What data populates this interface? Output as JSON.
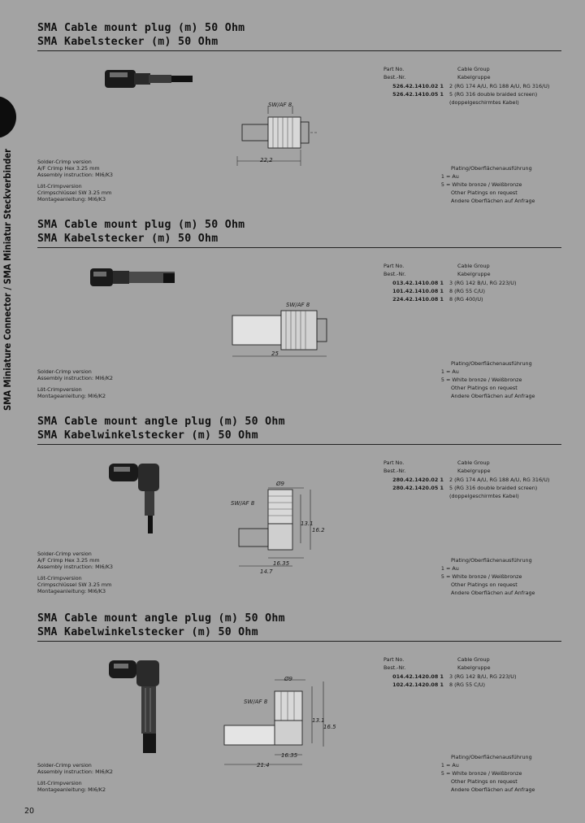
{
  "page_number": "20",
  "side_label": "SMA Miniature Connector / SMA Miniatur Steckverbinder",
  "sections": [
    {
      "title_en": "SMA Cable mount plug (m) 50 Ohm",
      "title_de": "SMA Kabelstecker (m) 50 Ohm",
      "part_no_label": "Part No.",
      "best_nr_label": "Best.-Nr.",
      "cable_group_label": "Cable Group",
      "kabelgruppe_label": "Kabelgruppe",
      "rows": [
        {
          "part": "526.42.1410.02 1",
          "group": "2 (RG 174 A/U, RG 188 A/U, RG 316/U)"
        },
        {
          "part": "526.42.1410.05 1",
          "group": "5 (RG 316 double braided screen)"
        },
        {
          "part": "",
          "group": "(doppelgeschirmtes Kabel)"
        }
      ],
      "plating_title": "Plating/Oberflächenausführung",
      "plating": [
        {
          "code": "1",
          "desc": "= Au"
        },
        {
          "code": "5",
          "desc": "= White bronze / Weißbronze"
        },
        {
          "code": "",
          "desc": "Other Platings on request"
        },
        {
          "code": "",
          "desc": "Andere Oberflächen auf Anfrage"
        }
      ],
      "assembly": [
        "Solder-Crimp version",
        "A/F Crimp Hex 3.25 mm",
        "Assembly instruction: MI6/K3",
        "",
        "Löt-Crimpversion",
        "Crimpschlüssel SW 3.25 mm",
        "Montageanleitung: MI6/K3"
      ],
      "dims": {
        "a": "SW/AF 8",
        "b": "22,2"
      }
    },
    {
      "title_en": "SMA Cable mount plug (m) 50 Ohm",
      "title_de": "SMA Kabelstecker (m) 50 Ohm",
      "part_no_label": "Part No.",
      "best_nr_label": "Best.-Nr.",
      "cable_group_label": "Cable Group",
      "kabelgruppe_label": "Kabelgruppe",
      "rows": [
        {
          "part": "013.42.1410.08 1",
          "group": "3 (RG 142 B/U, RG 223/U)"
        },
        {
          "part": "101.42.1410.08 1",
          "group": "8 (RG 55 C/U)"
        },
        {
          "part": "224.42.1410.08 1",
          "group": "8 (RG 400/U)"
        }
      ],
      "plating_title": "Plating/Oberflächenausführung",
      "plating": [
        {
          "code": "1",
          "desc": "= Au"
        },
        {
          "code": "5",
          "desc": "= White bronze / Weißbronze"
        },
        {
          "code": "",
          "desc": "Other Platings on request"
        },
        {
          "code": "",
          "desc": "Andere Oberflächen auf Anfrage"
        }
      ],
      "assembly": [
        "Solder-Crimp version",
        "Assembly instruction: MI6/K2",
        "",
        "Löt-Crimpversion",
        "Montageanleitung: MI6/K2"
      ],
      "dims": {
        "a": "SW/AF 8",
        "b": "25"
      }
    },
    {
      "title_en": "SMA Cable mount angle plug (m) 50 Ohm",
      "title_de": "SMA Kabelwinkelstecker (m) 50 Ohm",
      "part_no_label": "Part No.",
      "best_nr_label": "Best.-Nr.",
      "cable_group_label": "Cable Group",
      "kabelgruppe_label": "Kabelgruppe",
      "rows": [
        {
          "part": "280.42.1420.02 1",
          "group": "2 (RG 174 A/U, RG 188 A/U, RG 316/U)"
        },
        {
          "part": "280.42.1420.05 1",
          "group": "5 (RG 316 double braided screen)"
        },
        {
          "part": "",
          "group": "(doppelgeschirmtes Kabel)"
        }
      ],
      "plating_title": "Plating/Oberflächenausführung",
      "plating": [
        {
          "code": "1",
          "desc": "= Au"
        },
        {
          "code": "5",
          "desc": "= White bronze / Weißbronze"
        },
        {
          "code": "",
          "desc": "Other Platings on request"
        },
        {
          "code": "",
          "desc": "Andere Oberflächen auf Anfrage"
        }
      ],
      "assembly": [
        "Solder-Crimp version",
        "A/F Crimp Hex 3.25 mm",
        "Assembly instruction: MI6/K3",
        "",
        "Löt-Crimpversion",
        "Crimpschlüssel SW 3.25 mm",
        "Montageanleitung: MI6/K3"
      ],
      "dims": {
        "a": "SW/AF 8",
        "b": "Ø9",
        "c": "13.1",
        "d": "16.2",
        "e": "16.35",
        "f": "14.7"
      }
    },
    {
      "title_en": "SMA Cable mount angle plug (m) 50 Ohm",
      "title_de": "SMA Kabelwinkelstecker (m) 50 Ohm",
      "part_no_label": "Part No.",
      "best_nr_label": "Best.-Nr.",
      "cable_group_label": "Cable Group",
      "kabelgruppe_label": "Kabelgruppe",
      "rows": [
        {
          "part": "014.42.1420.08 1",
          "group": "3 (RG 142 B/U, RG 223/U)"
        },
        {
          "part": "102.42.1420.08 1",
          "group": "8 (RG 55 C/U)"
        }
      ],
      "plating_title": "Plating/Oberflächenausführung",
      "plating": [
        {
          "code": "1",
          "desc": "= Au"
        },
        {
          "code": "5",
          "desc": "= White bronze / Weißbronze"
        },
        {
          "code": "",
          "desc": "Other Platings on request"
        },
        {
          "code": "",
          "desc": "Andere Oberflächen auf Anfrage"
        }
      ],
      "assembly": [
        "Solder-Crimp version",
        "Assembly instruction: MI6/K2",
        "",
        "Löt-Crimpversion",
        "Montageanleitung: MI6/K2"
      ],
      "dims": {
        "a": "SW/AF 8",
        "b": "Ø9",
        "c": "13.1",
        "d": "16.5",
        "e": "16.35",
        "f": "21.4"
      }
    }
  ]
}
